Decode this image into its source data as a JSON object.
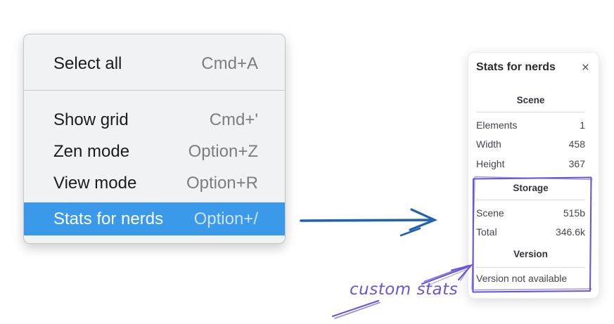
{
  "context_menu": {
    "items": [
      {
        "label": "Select all",
        "shortcut": "Cmd+A"
      },
      {
        "label": "Show grid",
        "shortcut": "Cmd+'"
      },
      {
        "label": "Zen mode",
        "shortcut": "Option+Z"
      },
      {
        "label": "View mode",
        "shortcut": "Option+R"
      },
      {
        "label": "Stats for nerds",
        "shortcut": "Option+/"
      }
    ],
    "selected_item": "Stats for nerds"
  },
  "stats_panel": {
    "title": "Stats for nerds",
    "close_label": "×",
    "scene": {
      "heading": "Scene",
      "rows": [
        {
          "label": "Elements",
          "value": "1"
        },
        {
          "label": "Width",
          "value": "458"
        },
        {
          "label": "Height",
          "value": "367"
        }
      ]
    },
    "storage": {
      "heading": "Storage",
      "rows": [
        {
          "label": "Scene",
          "value": "515b"
        },
        {
          "label": "Total",
          "value": "346.6k"
        }
      ]
    },
    "version": {
      "heading": "Version",
      "note": "Version not available"
    }
  },
  "annotation": {
    "label": "custom stats"
  },
  "colors": {
    "menu_highlight": "#3a99e9",
    "menu_background": "#f1f2f3",
    "arrow_blue": "#1e63ac",
    "annotation_purple": "#6c54d8"
  }
}
